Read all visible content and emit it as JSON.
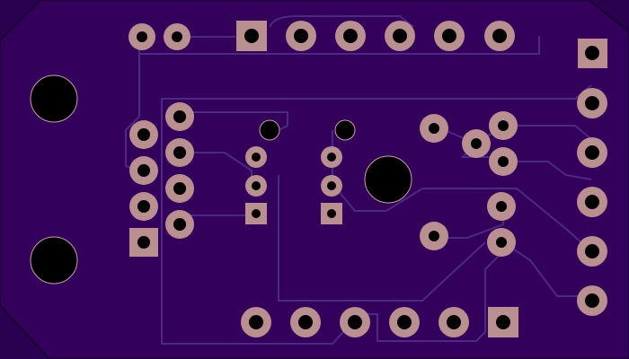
{
  "board": {
    "colors": {
      "substrate": "#33005c",
      "substrate_edge": "#4a1f7a",
      "trace": "#4b2a82",
      "pad": "#b98f8f",
      "hole": "#000000"
    },
    "components": {
      "top_header_small": {
        "name": "header-pin-2",
        "pads": 2
      },
      "top_header_large": {
        "name": "header-pin-6",
        "pads": 6
      },
      "right_header": {
        "name": "header-pin-6-vertical",
        "pads": 6
      },
      "bottom_header": {
        "name": "header-pin-6",
        "pads": 6
      },
      "left_header_col1": {
        "name": "header-pin-4",
        "pads": 4
      },
      "left_header_col2": {
        "name": "header-pin-4",
        "pads": 4
      },
      "mid_header_a": {
        "name": "header-pin-3",
        "pads": 3
      },
      "mid_header_b": {
        "name": "header-pin-3",
        "pads": 3
      },
      "right_cluster": {
        "name": "component-pads",
        "pads": 6
      }
    }
  }
}
